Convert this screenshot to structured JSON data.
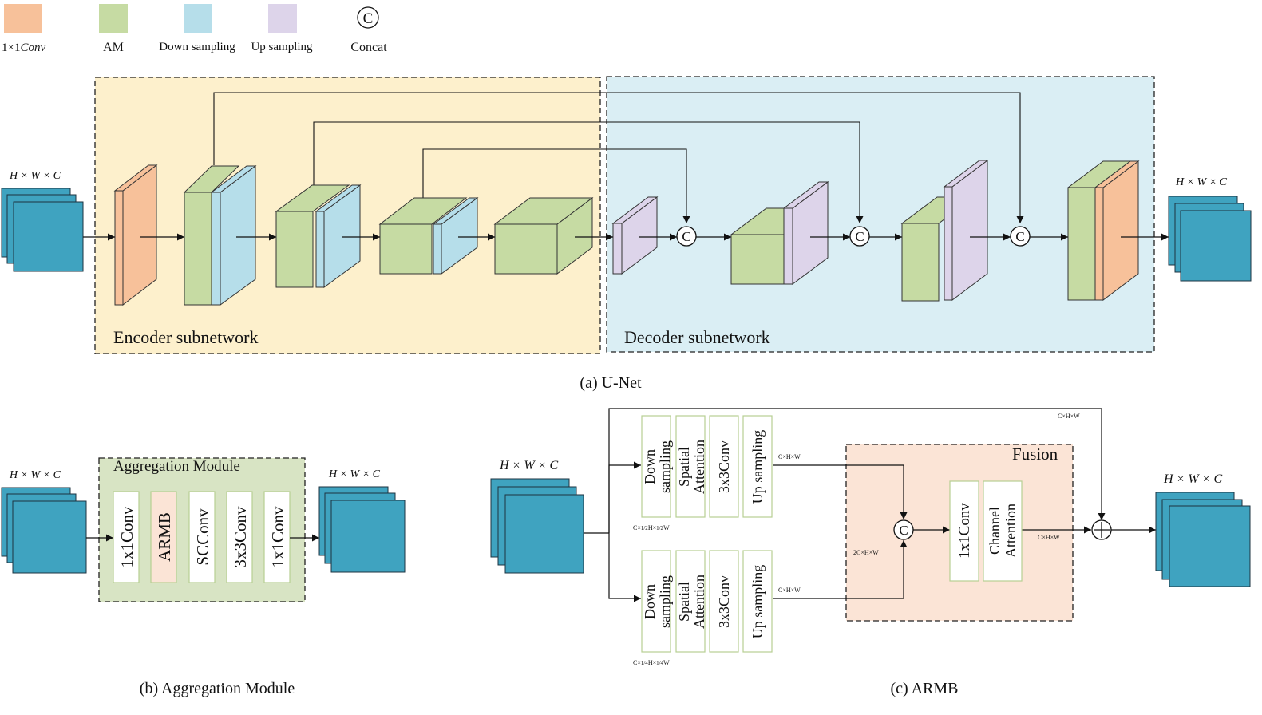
{
  "legend": {
    "items": [
      {
        "label_main": "1×1",
        "label_italic": "Conv",
        "color": "#f7c19a"
      },
      {
        "label": "AM",
        "color": "#c6dba3"
      },
      {
        "label": "Down sampling",
        "color": "#b6deea"
      },
      {
        "label": "Up sampling",
        "color": "#ddd4ea"
      },
      {
        "label": "Concat",
        "symbol": "C"
      }
    ]
  },
  "unet": {
    "encoder_label": "Encoder subnetwork",
    "decoder_label": "Decoder subnetwork",
    "caption": "(a) U-Net",
    "input_dims": "H × W × C",
    "output_dims": "H × W × C",
    "concat_symbol": "C"
  },
  "aggregation": {
    "title": "Aggregation Module",
    "caption": "(b) Aggregation Module",
    "input_dims": "H × W × C",
    "output_dims": "H × W × C",
    "blocks": [
      "1x1Conv",
      "ARMB",
      "SCConv",
      "3x3Conv",
      "1x1Conv"
    ]
  },
  "armb": {
    "caption": "(c) ARMB",
    "input_dims": "H × W × C",
    "output_dims": "H × W × C",
    "fusion_label": "Fusion",
    "top_branch": {
      "blocks": [
        "Down sampling",
        "Spatial Attention",
        "3x3Conv",
        "Up sampling"
      ],
      "dim_label": "C×1/2H×1/2W",
      "out_label": "C×H×W"
    },
    "bottom_branch": {
      "blocks": [
        "Down sampling",
        "Spatial Attention",
        "3x3Conv",
        "Up sampling"
      ],
      "dim_label": "C×1/4H×1/4W",
      "out_label": "C×H×W"
    },
    "skip_label": "C×H×W",
    "concat_label": "2C×H×W",
    "fusion_blocks": [
      "1x1Conv",
      "Channel Attention"
    ],
    "fusion_out_label": "C×H×W",
    "concat_symbol": "C",
    "add_symbol": "+"
  },
  "colors": {
    "conv": "#f7c19a",
    "am": "#c6dba3",
    "down": "#b6deea",
    "up": "#ddd4ea",
    "feature_map": "#3fa3c0",
    "encoder_bg": "#fdf0cc",
    "decoder_bg": "#daeef4",
    "agg_bg": "#d8e4c4",
    "fusion_bg": "#fbe4d6",
    "block_border": "#b7cf92"
  }
}
